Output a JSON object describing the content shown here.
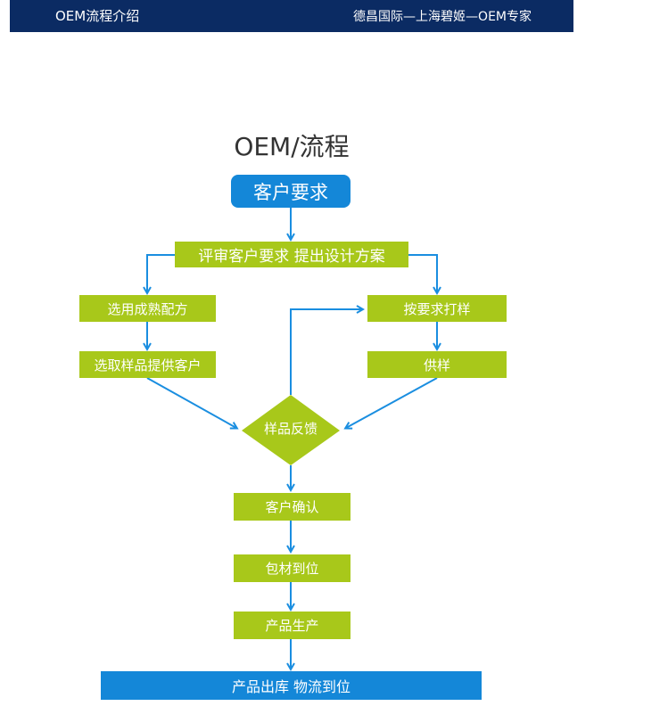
{
  "header": {
    "left_text": "OEM流程介绍",
    "right_text": "德昌国际—上海碧姬—OEM专家"
  },
  "diagram": {
    "title": "OEM/流程",
    "nodes": {
      "customer_req": "客户要求",
      "review": "评审客户要求 提出设计方案",
      "select_formula": "选用成熟配方",
      "pick_sample": "选取样品提供客户",
      "make_sample": "按要求打样",
      "supply_sample": "供样",
      "feedback": "样品反馈",
      "confirm": "客户确认",
      "packaging": "包材到位",
      "production": "产品生产",
      "shipping": "产品出库 物流到位"
    }
  },
  "colors": {
    "header_bg": "#0b2b63",
    "node_green": "#a8c81a",
    "node_blue": "#1487d8",
    "arrow": "#1a8ee0"
  }
}
